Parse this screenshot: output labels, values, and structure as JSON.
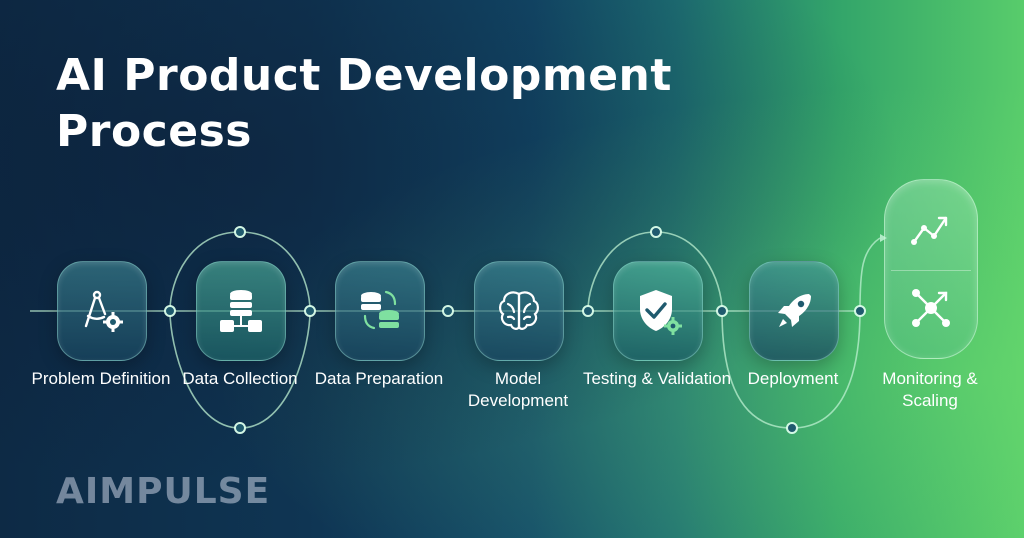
{
  "title_lines": [
    "AI Product Development",
    "Process"
  ],
  "steps": [
    {
      "id": "problem-definition",
      "label": "Problem Definition",
      "icon": "compass-gear-icon"
    },
    {
      "id": "data-collection",
      "label": "Data Collection",
      "icon": "database-icon"
    },
    {
      "id": "data-preparation",
      "label": "Data Preparation",
      "icon": "database-refresh-icon"
    },
    {
      "id": "model-development",
      "label": "Model Development",
      "icon": "brain-icon"
    },
    {
      "id": "testing-validation",
      "label": "Testing & Validation",
      "icon": "shield-check-icon"
    },
    {
      "id": "deployment",
      "label": "Deployment",
      "icon": "rocket-icon"
    },
    {
      "id": "monitoring-scaling",
      "label": "Monitoring & Scaling",
      "icon": "trend-network-icon"
    }
  ],
  "brand": "AIMPULSE",
  "colors": {
    "accent": "#7fe0a0",
    "text": "#ffffff",
    "node_fill": "#1f5a6e"
  }
}
